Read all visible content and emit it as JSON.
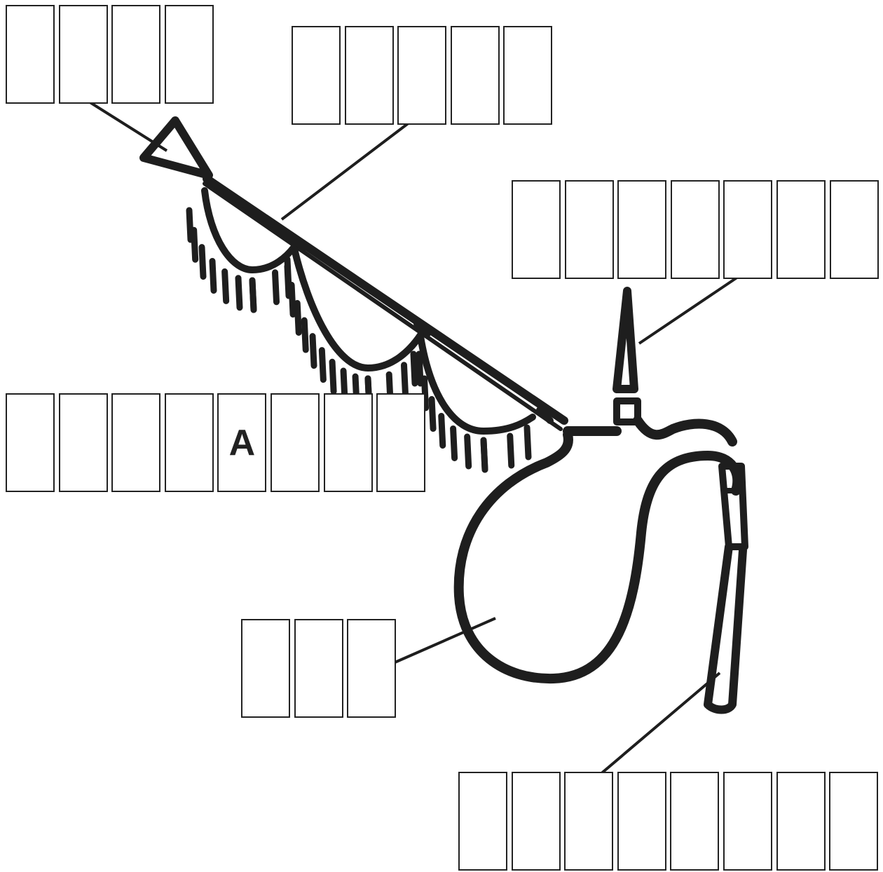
{
  "diagram": {
    "subject": "bagpipes",
    "stroke_color": "#1e1e1e",
    "background": "#ffffff"
  },
  "answer_rows": [
    {
      "name": "answer-row-top-left",
      "cells": [
        "",
        "",
        "",
        ""
      ]
    },
    {
      "name": "answer-row-top-middle",
      "cells": [
        "",
        "",
        "",
        "",
        ""
      ]
    },
    {
      "name": "answer-row-right",
      "cells": [
        "",
        "",
        "",
        "",
        "",
        "",
        ""
      ]
    },
    {
      "name": "answer-row-left",
      "cells": [
        "",
        "",
        "",
        "",
        "A",
        "",
        "",
        ""
      ]
    },
    {
      "name": "answer-row-bag",
      "cells": [
        "",
        "",
        ""
      ]
    },
    {
      "name": "answer-row-bottom",
      "cells": [
        "",
        "",
        "",
        "",
        "",
        "",
        "",
        ""
      ]
    }
  ]
}
